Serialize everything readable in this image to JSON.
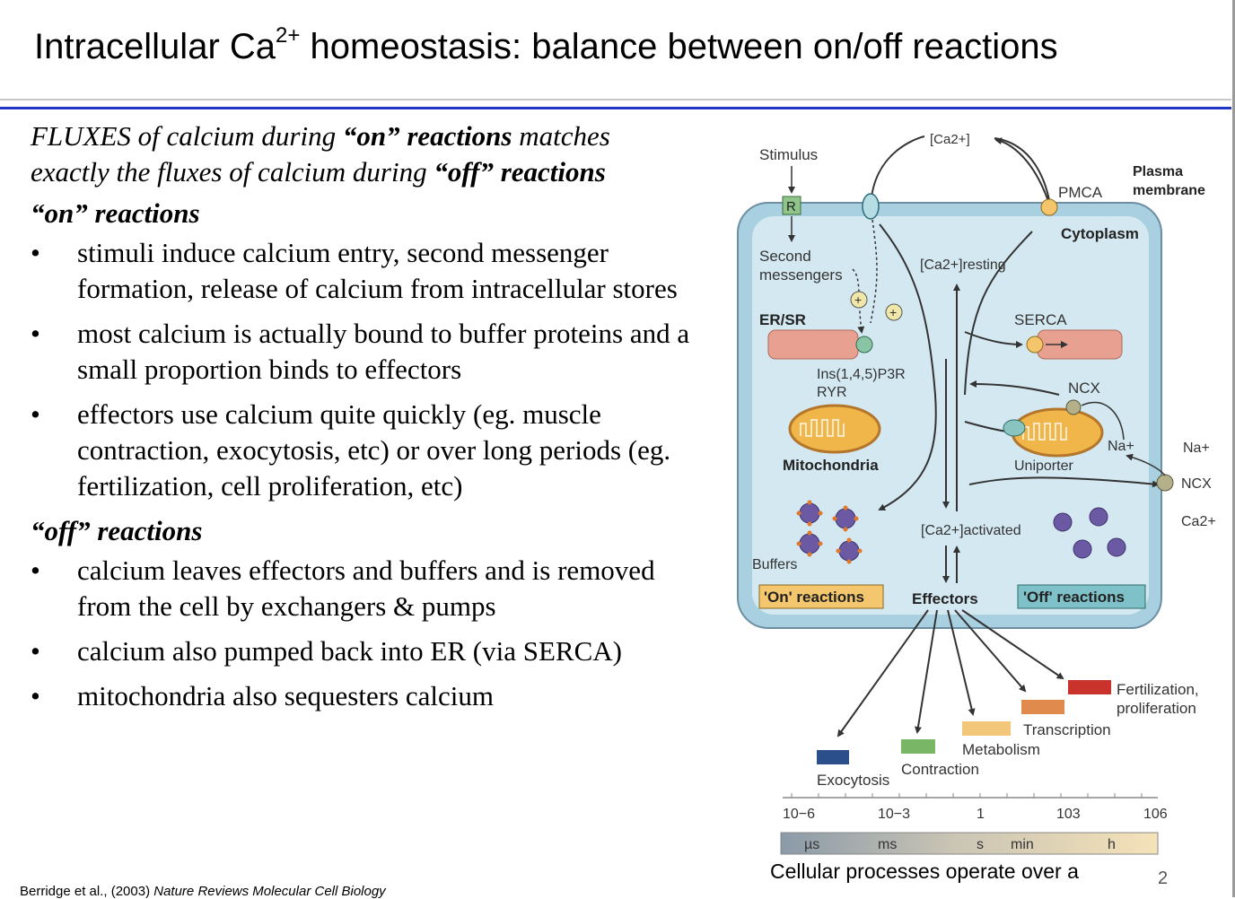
{
  "title": {
    "pre": "Intracellular Ca",
    "sup": "2+",
    "post": " homeostasis: balance between on/off reactions"
  },
  "intro": {
    "t1": "FLUXES of calcium during ",
    "t2": "“on” reactions",
    "t3": " matches exactly the fluxes of calcium during ",
    "t4": "“off” reactions"
  },
  "on_heading": "“on” reactions",
  "on_items": [
    "stimuli induce calcium entry, second messenger formation, release of calcium from intracellular stores",
    "most calcium is actually bound to buffer proteins and a small proportion binds to effectors",
    "effectors use calcium  quite quickly (eg. muscle contraction, exocytosis, etc) or over long periods (eg. fertilization, cell proliferation,  etc)"
  ],
  "off_heading": "“off” reactions",
  "off_items": [
    "calcium leaves effectors and buffers and is removed from the cell by exchangers & pumps",
    "calcium also pumped back into ER (via SERCA)",
    "mitochondria also sequesters calcium"
  ],
  "citation": {
    "authors": "Berridge et al., (2003) ",
    "journal": "Nature Reviews Molecular Cell Biology"
  },
  "page_number": "2",
  "caption": "Cellular processes operate over a",
  "figure": {
    "stimulus": "Stimulus",
    "receptor": "R",
    "ca_out": "[Ca2+]",
    "pmca": "PMCA",
    "plasma_membrane_1": "Plasma",
    "plasma_membrane_2": "membrane",
    "cytoplasm": "Cytoplasm",
    "second_1": "Second",
    "second_2": "messengers",
    "ca_resting": "[Ca2+]resting",
    "er_sr": "ER/SR",
    "serca": "SERCA",
    "ip3r_1": "Ins(1,4,5)P3R",
    "ip3r_2": "RYR",
    "ncx_inner": "NCX",
    "na_inner": "Na+",
    "na_outer": "Na+",
    "ncx_outer": "NCX",
    "ca_outer": "Ca2+",
    "mitochondria": "Mitochondria",
    "uniporter": "Uniporter",
    "ca_activated": "[Ca2+]activated",
    "buffers": "Buffers",
    "on_reactions": "'On' reactions",
    "effectors": "Effectors",
    "off_reactions": "'Off' reactions",
    "fert_1": "Fertilization,",
    "fert_2": "proliferation",
    "transcription": "Transcription",
    "metabolism": "Metabolism",
    "contraction": "Contraction",
    "exocytosis": "Exocytosis",
    "ticks": [
      "10−6",
      "10−3",
      "1",
      "103",
      "106"
    ],
    "units": [
      "µs",
      "ms",
      "s",
      "min",
      "h"
    ],
    "colors": {
      "fertilization": "#c9332c",
      "transcription": "#e08a4e",
      "metabolism": "#f3c77a",
      "contraction": "#79b766",
      "exocytosis": "#2a4f8a"
    }
  }
}
